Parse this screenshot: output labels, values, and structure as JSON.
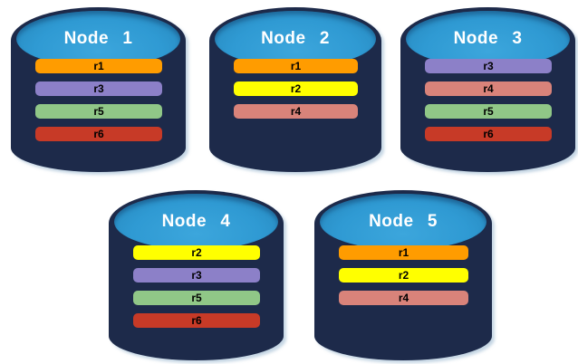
{
  "diagram": {
    "description": "Five database node cylinders each holding a stack of replica bars",
    "nodes": [
      {
        "label": "Node 1",
        "replicas": [
          "r1",
          "r3",
          "r5",
          "r6"
        ]
      },
      {
        "label": "Node 2",
        "replicas": [
          "r1",
          "r2",
          "r4"
        ]
      },
      {
        "label": "Node 3",
        "replicas": [
          "r3",
          "r4",
          "r5",
          "r6"
        ]
      },
      {
        "label": "Node 4",
        "replicas": [
          "r2",
          "r3",
          "r5",
          "r6"
        ]
      },
      {
        "label": "Node 5",
        "replicas": [
          "r1",
          "r2",
          "r4"
        ]
      }
    ],
    "colors": {
      "cylinder_body": "#1D2A4A",
      "cap_fill": "#2F9AD3",
      "node_label_text": "#FFFFFF",
      "bar_text": "#000000",
      "r1": "#FF9C00",
      "r2": "#FFFF00",
      "r3": "#8C80C8",
      "r4": "#D9837A",
      "r5": "#90C787",
      "r6": "#C73A27"
    }
  }
}
